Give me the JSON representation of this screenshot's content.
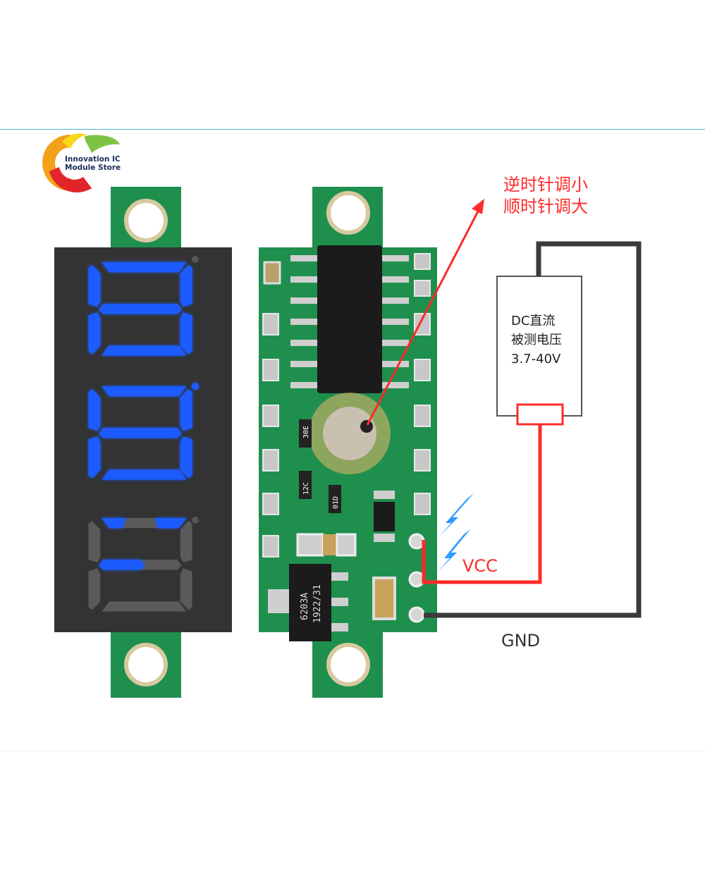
{
  "logo": {
    "line1": "Innovation IC",
    "line2": "Module Store"
  },
  "adjust_note": {
    "line1": "逆时针调小",
    "line2": "顺时针调大"
  },
  "source_box": {
    "line1": "DC直流",
    "line2": "被测电压",
    "line3": "3.7-40V"
  },
  "labels": {
    "vcc": "VCC",
    "gnd": "GND"
  },
  "ic_markings": {
    "regulator_line1": "6203A",
    "regulator_line2": "1922/31",
    "resistor_a": "30E",
    "resistor_b": "12C",
    "resistor_c": "01D"
  },
  "colors": {
    "display_body": "#333333",
    "segment_on": "#1e5bff",
    "segment_off": "#5a5a5a",
    "pcb": "#1f8f4e",
    "wire_vcc": "#ff2a2a",
    "wire_gnd": "#3a3a3a",
    "arrow_blue": "#2f9bff"
  }
}
